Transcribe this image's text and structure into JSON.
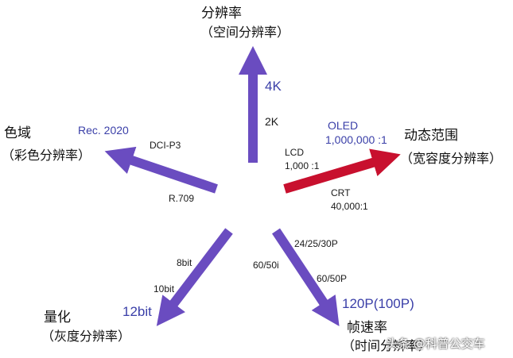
{
  "colors": {
    "arrow_purple": "#6a4cc0",
    "arrow_red": "#c8102e",
    "highlight_blue": "#3a3fa8"
  },
  "resolution": {
    "title": "分辨率",
    "subtitle": "（空间分辨率）",
    "ticks": [
      "4K",
      "2K"
    ]
  },
  "color_gamut": {
    "title": "色域",
    "subtitle": "（彩色分辨率）",
    "ticks": [
      "Rec. 2020",
      "DCI-P3",
      "R.709"
    ]
  },
  "dynamic_range": {
    "title": "动态范围",
    "subtitle": "（宽容度分辨率）",
    "oled_label": "OLED",
    "oled_value": "1,000,000 :1",
    "lcd_label": "LCD",
    "lcd_value": "1,000 :1",
    "crt_label": "CRT",
    "crt_value": "40,000:1"
  },
  "quantization": {
    "title": "量化",
    "subtitle": "（灰度分辨率）",
    "ticks": [
      "8bit",
      "10bit",
      "12bit"
    ]
  },
  "frame_rate": {
    "title": "帧速率",
    "subtitle": "（时间分辨率）",
    "ticks": [
      "24/25/30P",
      "60/50i",
      "60/50P",
      "120P(100P)"
    ]
  },
  "watermark": "头条 @科普公交车"
}
